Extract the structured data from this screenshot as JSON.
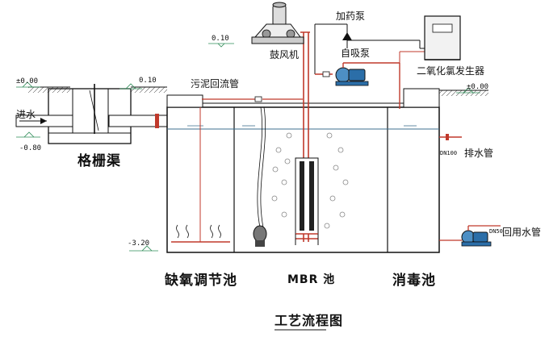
{
  "diagram": {
    "title": "工艺流程图",
    "tanks": {
      "grid_channel": "格栅渠",
      "anoxic_tank": "缺氧调节池",
      "mbr_tank": "MBR 池",
      "disinfection_tank": "消毒池"
    },
    "equipment": {
      "blower": "鼓风机",
      "dosing_pump": "加药泵",
      "self_priming_pump": "自吸泵",
      "chlorine_dioxide_generator": "二氧化氯发生器"
    },
    "pipes": {
      "inlet": "进水",
      "sludge_return": "污泥回流管",
      "drain_pipe": "排水管",
      "drain_size": "DN100",
      "reuse_pipe": "回用水管",
      "reuse_size": "DN50"
    },
    "levels": {
      "ground_left": "±0.00",
      "grid_top": "0.10",
      "inlet_invert": "-0.80",
      "blower_level": "0.10",
      "bottom": "-3.20",
      "ground_right": "±0.00"
    },
    "colors": {
      "line": "#111111",
      "pipe_red": "#c0392b",
      "water": "#3d6f8f",
      "membrane": "#222222",
      "equipment_blue": "#2b6ea8",
      "level_green": "#2e8b57"
    }
  }
}
